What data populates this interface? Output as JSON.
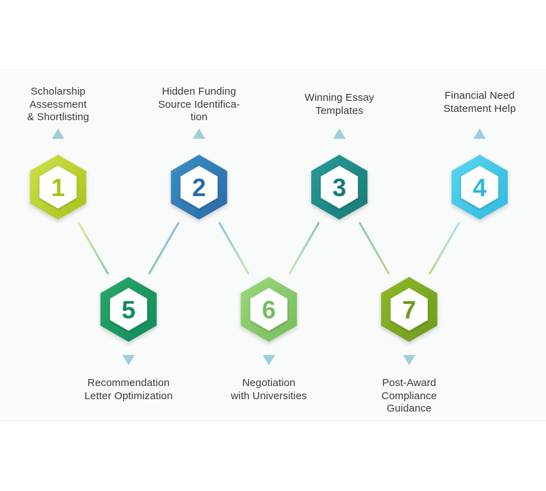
{
  "steps": [
    {
      "number": "1",
      "label_lines": [
        "Scholarship",
        "Assessment",
        "& Shortlisting"
      ],
      "color_light": "#cfe04a",
      "color_dark": "#a8c21c"
    },
    {
      "number": "2",
      "label_lines": [
        "Hidden Funding",
        "Source Identifica-",
        "tion"
      ],
      "color_light": "#3a8fc7",
      "color_dark": "#2a6aa6"
    },
    {
      "number": "3",
      "label_lines": [
        "Winning Essay",
        "Templates"
      ],
      "color_light": "#2a9b98",
      "color_dark": "#167a78"
    },
    {
      "number": "4",
      "label_lines": [
        "Financial Need",
        "Statement Help"
      ],
      "color_light": "#5ad6ee",
      "color_dark": "#30b8de"
    },
    {
      "number": "5",
      "label_lines": [
        "Recommendation",
        "Letter Optimization"
      ],
      "color_light": "#27a86a",
      "color_dark": "#138a5c"
    },
    {
      "number": "6",
      "label_lines": [
        "Negotiation",
        "with Universities"
      ],
      "color_light": "#9ed67a",
      "color_dark": "#74bd5d"
    },
    {
      "number": "7",
      "label_lines": [
        "Post-Award",
        "Compliance",
        "Guidance"
      ],
      "color_light": "#8fb82a",
      "color_dark": "#6b9b1e"
    }
  ],
  "colors": {
    "arrow": "#9fcfd9",
    "text": "#333a40"
  }
}
